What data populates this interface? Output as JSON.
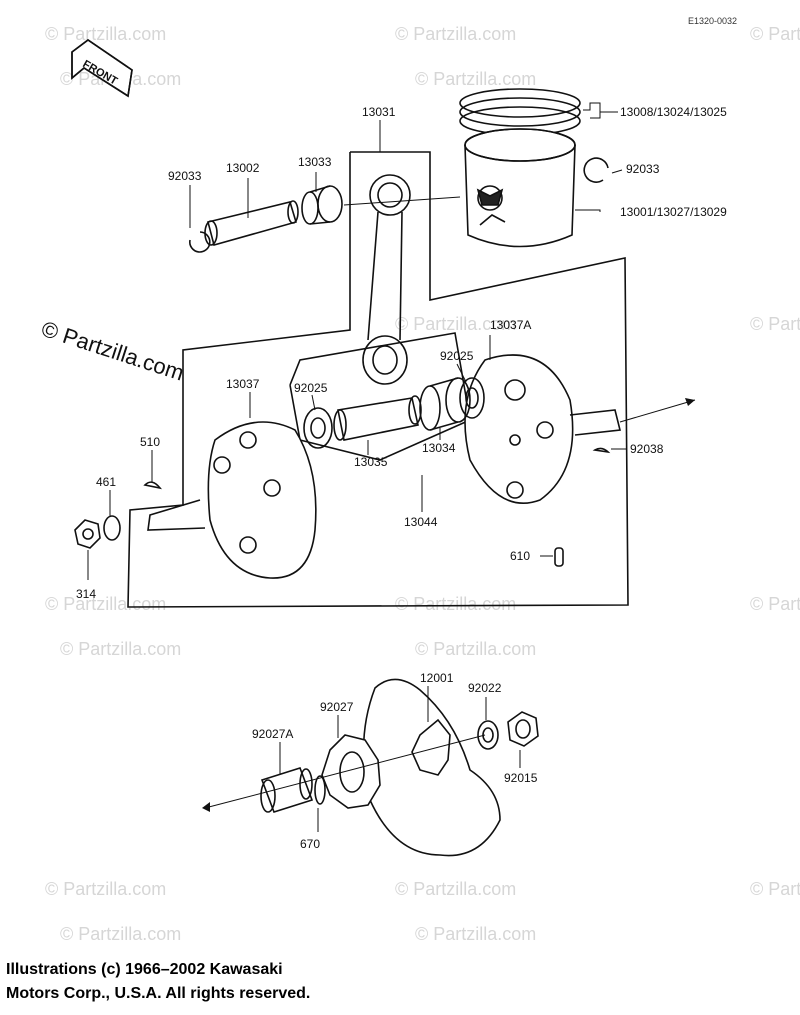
{
  "diagram_code": "E1320-0032",
  "front_label": "FRONT",
  "watermark": "© Partzilla.com",
  "labels": {
    "p13008": "13008/13024/13025",
    "p13001": "13001/13027/13029",
    "p92033_right": "92033",
    "p13031": "13031",
    "p92033_left": "92033",
    "p13002": "13002",
    "p13033": "13033",
    "p13037A": "13037A",
    "p92025_right": "92025",
    "p13037": "13037",
    "p92025_left": "92025",
    "p510": "510",
    "p461": "461",
    "p314": "314",
    "p13035": "13035",
    "p13034": "13034",
    "p13044": "13044",
    "p92038": "92038",
    "p610": "610",
    "p12001": "12001",
    "p92022": "92022",
    "p92027": "92027",
    "p92027A": "92027A",
    "p92015": "92015",
    "p670": "670"
  },
  "copyright_line1": "Illustrations (c) 1966–2002 Kawasaki",
  "copyright_line2": "Motors Corp., U.S.A.  All rights reserved."
}
